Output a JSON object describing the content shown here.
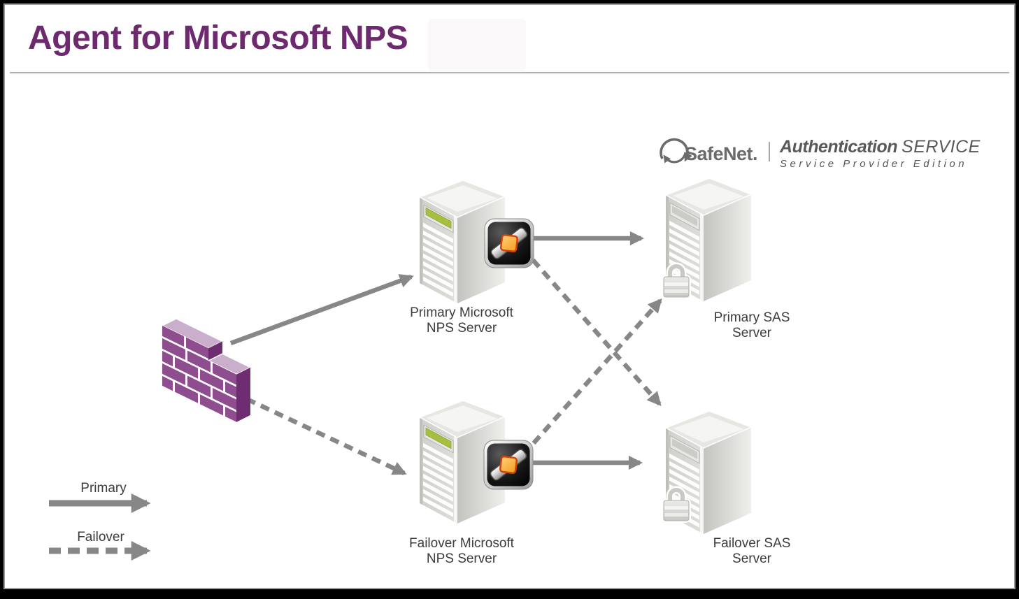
{
  "title": "Agent for Microsoft NPS",
  "logo": {
    "brand": "SafeNet.",
    "product_bold": "Authentication",
    "product_light": "SERVICE",
    "edition": "Service Provider Edition"
  },
  "nodes": {
    "primary_nps": {
      "line1": "Primary Microsoft",
      "line2": "NPS Server"
    },
    "failover_nps": {
      "line1": "Failover Microsoft",
      "line2": "NPS Server"
    },
    "primary_sas": {
      "line1": "Primary SAS",
      "line2": "Server"
    },
    "failover_sas": {
      "line1": "Failover SAS",
      "line2": "Server"
    }
  },
  "legend": {
    "primary": "Primary",
    "failover": "Failover"
  },
  "connections": [
    {
      "from": "firewall",
      "to": "primary_nps",
      "type": "primary"
    },
    {
      "from": "firewall",
      "to": "failover_nps",
      "type": "failover"
    },
    {
      "from": "primary_nps",
      "to": "primary_sas",
      "type": "primary"
    },
    {
      "from": "primary_nps",
      "to": "failover_sas",
      "type": "failover"
    },
    {
      "from": "failover_nps",
      "to": "primary_sas",
      "type": "failover"
    },
    {
      "from": "failover_nps",
      "to": "failover_sas",
      "type": "primary"
    }
  ],
  "colors": {
    "title": "#6e2a6e",
    "arrow": "#878787",
    "label": "#3c3c3c",
    "logo_gray": "#58595b",
    "firewall_face": "#8e4d8f",
    "firewall_top": "#c9afcb",
    "firewall_side": "#6e2d70",
    "nps_led_green": "#a5bf40",
    "agent_icon_accent": "#f59b1e"
  }
}
